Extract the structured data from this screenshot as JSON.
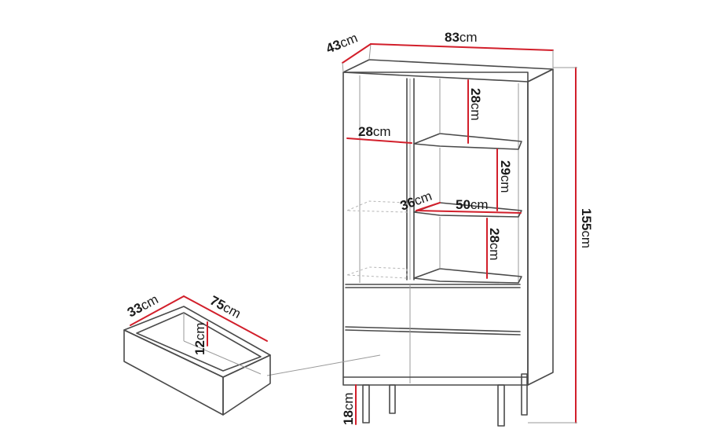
{
  "dimensions": {
    "depth": {
      "value": "43",
      "unit": "cm"
    },
    "width": {
      "value": "83",
      "unit": "cm"
    },
    "height": {
      "value": "155",
      "unit": "cm"
    },
    "shelf_top_height": {
      "value": "28",
      "unit": "cm"
    },
    "shelf_left_width": {
      "value": "28",
      "unit": "cm"
    },
    "shelf_mid_height": {
      "value": "29",
      "unit": "cm"
    },
    "shelf_depth": {
      "value": "36",
      "unit": "cm"
    },
    "shelf_width": {
      "value": "50",
      "unit": "cm"
    },
    "shelf_low_height": {
      "value": "28",
      "unit": "cm"
    },
    "leg_height": {
      "value": "18",
      "unit": "cm"
    },
    "drawer_depth": {
      "value": "33",
      "unit": "cm"
    },
    "drawer_width": {
      "value": "75",
      "unit": "cm"
    },
    "drawer_height": {
      "value": "12",
      "unit": "cm"
    }
  },
  "colors": {
    "outline": "#4a4a4a",
    "dimension_line": "#d21f2b",
    "text": "#1a1a1a"
  }
}
